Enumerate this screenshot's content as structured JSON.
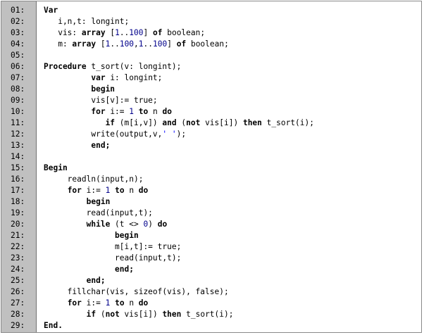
{
  "colors": {
    "gutter_bg": "#c0c0c0",
    "keyword": "#000000",
    "number": "#00008b",
    "string": "#0000ff",
    "text": "#000000"
  },
  "lines": [
    {
      "no": "01:",
      "tokens": [
        {
          "t": "kw",
          "v": "Var"
        }
      ]
    },
    {
      "no": "02:",
      "tokens": [
        {
          "t": "txt",
          "v": "   i,n,t: longint;"
        }
      ]
    },
    {
      "no": "03:",
      "tokens": [
        {
          "t": "txt",
          "v": "   vis: "
        },
        {
          "t": "kw",
          "v": "array"
        },
        {
          "t": "txt",
          "v": " ["
        },
        {
          "t": "num",
          "v": "1"
        },
        {
          "t": "txt",
          "v": ".."
        },
        {
          "t": "num",
          "v": "100"
        },
        {
          "t": "txt",
          "v": "] "
        },
        {
          "t": "kw",
          "v": "of"
        },
        {
          "t": "txt",
          "v": " boolean;"
        }
      ]
    },
    {
      "no": "04:",
      "tokens": [
        {
          "t": "txt",
          "v": "   m: "
        },
        {
          "t": "kw",
          "v": "array"
        },
        {
          "t": "txt",
          "v": " ["
        },
        {
          "t": "num",
          "v": "1"
        },
        {
          "t": "txt",
          "v": ".."
        },
        {
          "t": "num",
          "v": "100"
        },
        {
          "t": "txt",
          "v": ","
        },
        {
          "t": "num",
          "v": "1"
        },
        {
          "t": "txt",
          "v": ".."
        },
        {
          "t": "num",
          "v": "100"
        },
        {
          "t": "txt",
          "v": "] "
        },
        {
          "t": "kw",
          "v": "of"
        },
        {
          "t": "txt",
          "v": " boolean;"
        }
      ]
    },
    {
      "no": "05:",
      "tokens": []
    },
    {
      "no": "06:",
      "tokens": [
        {
          "t": "kw",
          "v": "Procedure"
        },
        {
          "t": "txt",
          "v": " t_sort(v: longint);"
        }
      ]
    },
    {
      "no": "07:",
      "tokens": [
        {
          "t": "txt",
          "v": "          "
        },
        {
          "t": "kw",
          "v": "var"
        },
        {
          "t": "txt",
          "v": " i: longint;"
        }
      ]
    },
    {
      "no": "08:",
      "tokens": [
        {
          "t": "txt",
          "v": "          "
        },
        {
          "t": "kw",
          "v": "begin"
        }
      ]
    },
    {
      "no": "09:",
      "tokens": [
        {
          "t": "txt",
          "v": "          vis[v]:= true;"
        }
      ]
    },
    {
      "no": "10:",
      "tokens": [
        {
          "t": "txt",
          "v": "          "
        },
        {
          "t": "kw",
          "v": "for"
        },
        {
          "t": "txt",
          "v": " i:= "
        },
        {
          "t": "num",
          "v": "1"
        },
        {
          "t": "txt",
          "v": " "
        },
        {
          "t": "kw",
          "v": "to"
        },
        {
          "t": "txt",
          "v": " n "
        },
        {
          "t": "kw",
          "v": "do"
        }
      ]
    },
    {
      "no": "11:",
      "tokens": [
        {
          "t": "txt",
          "v": "             "
        },
        {
          "t": "kw",
          "v": "if"
        },
        {
          "t": "txt",
          "v": " (m[i,v]) "
        },
        {
          "t": "kw",
          "v": "and"
        },
        {
          "t": "txt",
          "v": " ("
        },
        {
          "t": "kw",
          "v": "not"
        },
        {
          "t": "txt",
          "v": " vis[i]) "
        },
        {
          "t": "kw",
          "v": "then"
        },
        {
          "t": "txt",
          "v": " t_sort(i);"
        }
      ]
    },
    {
      "no": "12:",
      "tokens": [
        {
          "t": "txt",
          "v": "          write(output,v,"
        },
        {
          "t": "str",
          "v": "' '"
        },
        {
          "t": "txt",
          "v": ");"
        }
      ]
    },
    {
      "no": "13:",
      "tokens": [
        {
          "t": "txt",
          "v": "          "
        },
        {
          "t": "kw",
          "v": "end;"
        }
      ]
    },
    {
      "no": "14:",
      "tokens": []
    },
    {
      "no": "15:",
      "tokens": [
        {
          "t": "kw",
          "v": "Begin"
        }
      ]
    },
    {
      "no": "16:",
      "tokens": [
        {
          "t": "txt",
          "v": "     readln(input,n);"
        }
      ]
    },
    {
      "no": "17:",
      "tokens": [
        {
          "t": "txt",
          "v": "     "
        },
        {
          "t": "kw",
          "v": "for"
        },
        {
          "t": "txt",
          "v": " i:= "
        },
        {
          "t": "num",
          "v": "1"
        },
        {
          "t": "txt",
          "v": " "
        },
        {
          "t": "kw",
          "v": "to"
        },
        {
          "t": "txt",
          "v": " n "
        },
        {
          "t": "kw",
          "v": "do"
        }
      ]
    },
    {
      "no": "18:",
      "tokens": [
        {
          "t": "txt",
          "v": "         "
        },
        {
          "t": "kw",
          "v": "begin"
        }
      ]
    },
    {
      "no": "19:",
      "tokens": [
        {
          "t": "txt",
          "v": "         read(input,t);"
        }
      ]
    },
    {
      "no": "20:",
      "tokens": [
        {
          "t": "txt",
          "v": "         "
        },
        {
          "t": "kw",
          "v": "while"
        },
        {
          "t": "txt",
          "v": " (t <> "
        },
        {
          "t": "num",
          "v": "0"
        },
        {
          "t": "txt",
          "v": ") "
        },
        {
          "t": "kw",
          "v": "do"
        }
      ]
    },
    {
      "no": "21:",
      "tokens": [
        {
          "t": "txt",
          "v": "               "
        },
        {
          "t": "kw",
          "v": "begin"
        }
      ]
    },
    {
      "no": "22:",
      "tokens": [
        {
          "t": "txt",
          "v": "               m[i,t]:= true;"
        }
      ]
    },
    {
      "no": "23:",
      "tokens": [
        {
          "t": "txt",
          "v": "               read(input,t);"
        }
      ]
    },
    {
      "no": "24:",
      "tokens": [
        {
          "t": "txt",
          "v": "               "
        },
        {
          "t": "kw",
          "v": "end;"
        }
      ]
    },
    {
      "no": "25:",
      "tokens": [
        {
          "t": "txt",
          "v": "         "
        },
        {
          "t": "kw",
          "v": "end;"
        }
      ]
    },
    {
      "no": "26:",
      "tokens": [
        {
          "t": "txt",
          "v": "     fillchar(vis, sizeof(vis), false);"
        }
      ]
    },
    {
      "no": "27:",
      "tokens": [
        {
          "t": "txt",
          "v": "     "
        },
        {
          "t": "kw",
          "v": "for"
        },
        {
          "t": "txt",
          "v": " i:= "
        },
        {
          "t": "num",
          "v": "1"
        },
        {
          "t": "txt",
          "v": " "
        },
        {
          "t": "kw",
          "v": "to"
        },
        {
          "t": "txt",
          "v": " n "
        },
        {
          "t": "kw",
          "v": "do"
        }
      ]
    },
    {
      "no": "28:",
      "tokens": [
        {
          "t": "txt",
          "v": "         "
        },
        {
          "t": "kw",
          "v": "if"
        },
        {
          "t": "txt",
          "v": " ("
        },
        {
          "t": "kw",
          "v": "not"
        },
        {
          "t": "txt",
          "v": " vis[i]) "
        },
        {
          "t": "kw",
          "v": "then"
        },
        {
          "t": "txt",
          "v": " t_sort(i);"
        }
      ]
    },
    {
      "no": "29:",
      "tokens": [
        {
          "t": "kw",
          "v": "End."
        }
      ]
    }
  ]
}
